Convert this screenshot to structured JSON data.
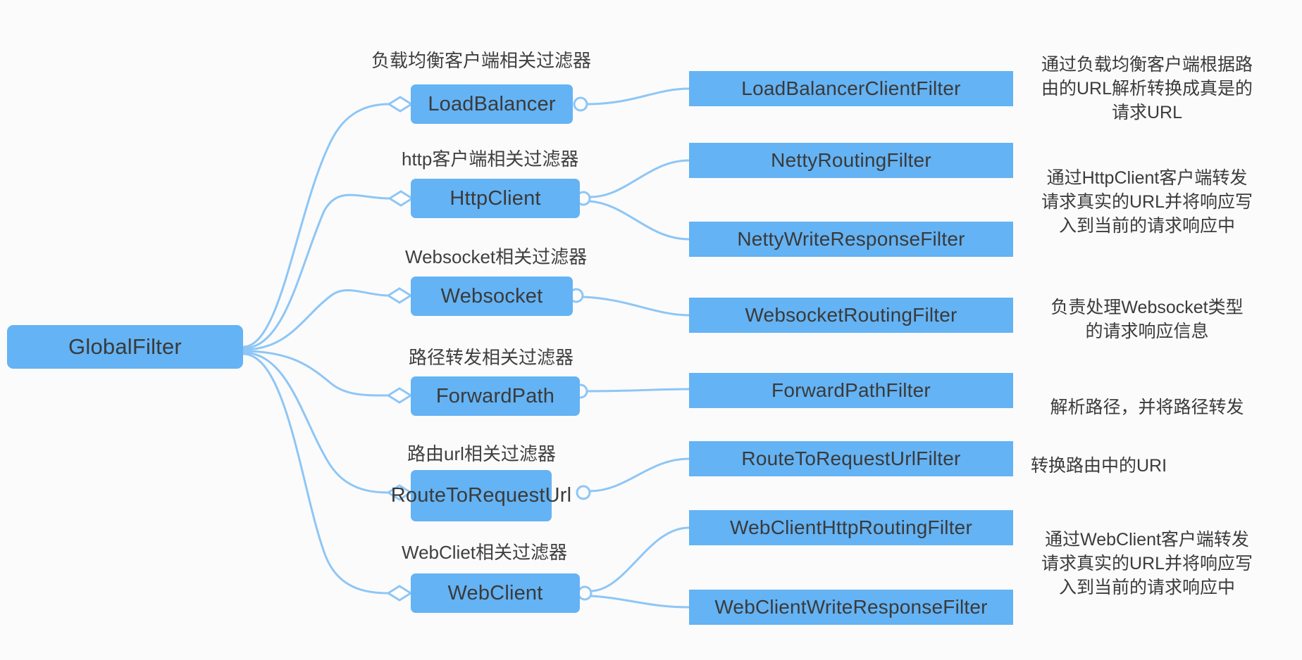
{
  "diagram": {
    "title": "GlobalFilter",
    "colors": {
      "node_fill": "#64b3f4",
      "edge_stroke": "#8ec6f5",
      "text": "#3a3a3a",
      "background": "#fbfbfb"
    },
    "root": {
      "label": "GlobalFilter"
    },
    "branches": [
      {
        "caption": "负载均衡客户端相关过滤器",
        "label": "LoadBalancer",
        "leaves": [
          {
            "label": "LoadBalancerClientFilter"
          }
        ],
        "description": "通过负载均衡客户端根据路\n由的URL解析转换成真是的\n请求URL"
      },
      {
        "caption": "http客户端相关过滤器",
        "label": "HttpClient",
        "leaves": [
          {
            "label": "NettyRoutingFilter"
          },
          {
            "label": "NettyWriteResponseFilter"
          }
        ],
        "description": "通过HttpClient客户端转发\n请求真实的URL并将响应写\n入到当前的请求响应中"
      },
      {
        "caption": "Websocket相关过滤器",
        "label": "Websocket",
        "leaves": [
          {
            "label": "WebsocketRoutingFilter"
          }
        ],
        "description": "负责处理Websocket类型\n的请求响应信息"
      },
      {
        "caption": "路径转发相关过滤器",
        "label": "ForwardPath",
        "leaves": [
          {
            "label": "ForwardPathFilter"
          }
        ],
        "description": "解析路径，并将路径转发"
      },
      {
        "caption": "路由url相关过滤器",
        "label": "RouteToRequestUrl",
        "leaves": [
          {
            "label": "RouteToRequestUrlFilter"
          }
        ],
        "description": "转换路由中的URI"
      },
      {
        "caption": "WebCliet相关过滤器",
        "label": "WebClient",
        "leaves": [
          {
            "label": "WebClientHttpRoutingFilter"
          },
          {
            "label": "WebClientWriteResponseFilter"
          }
        ],
        "description": "通过WebClient客户端转发\n请求真实的URL并将响应写\n入到当前的请求响应中"
      }
    ]
  }
}
